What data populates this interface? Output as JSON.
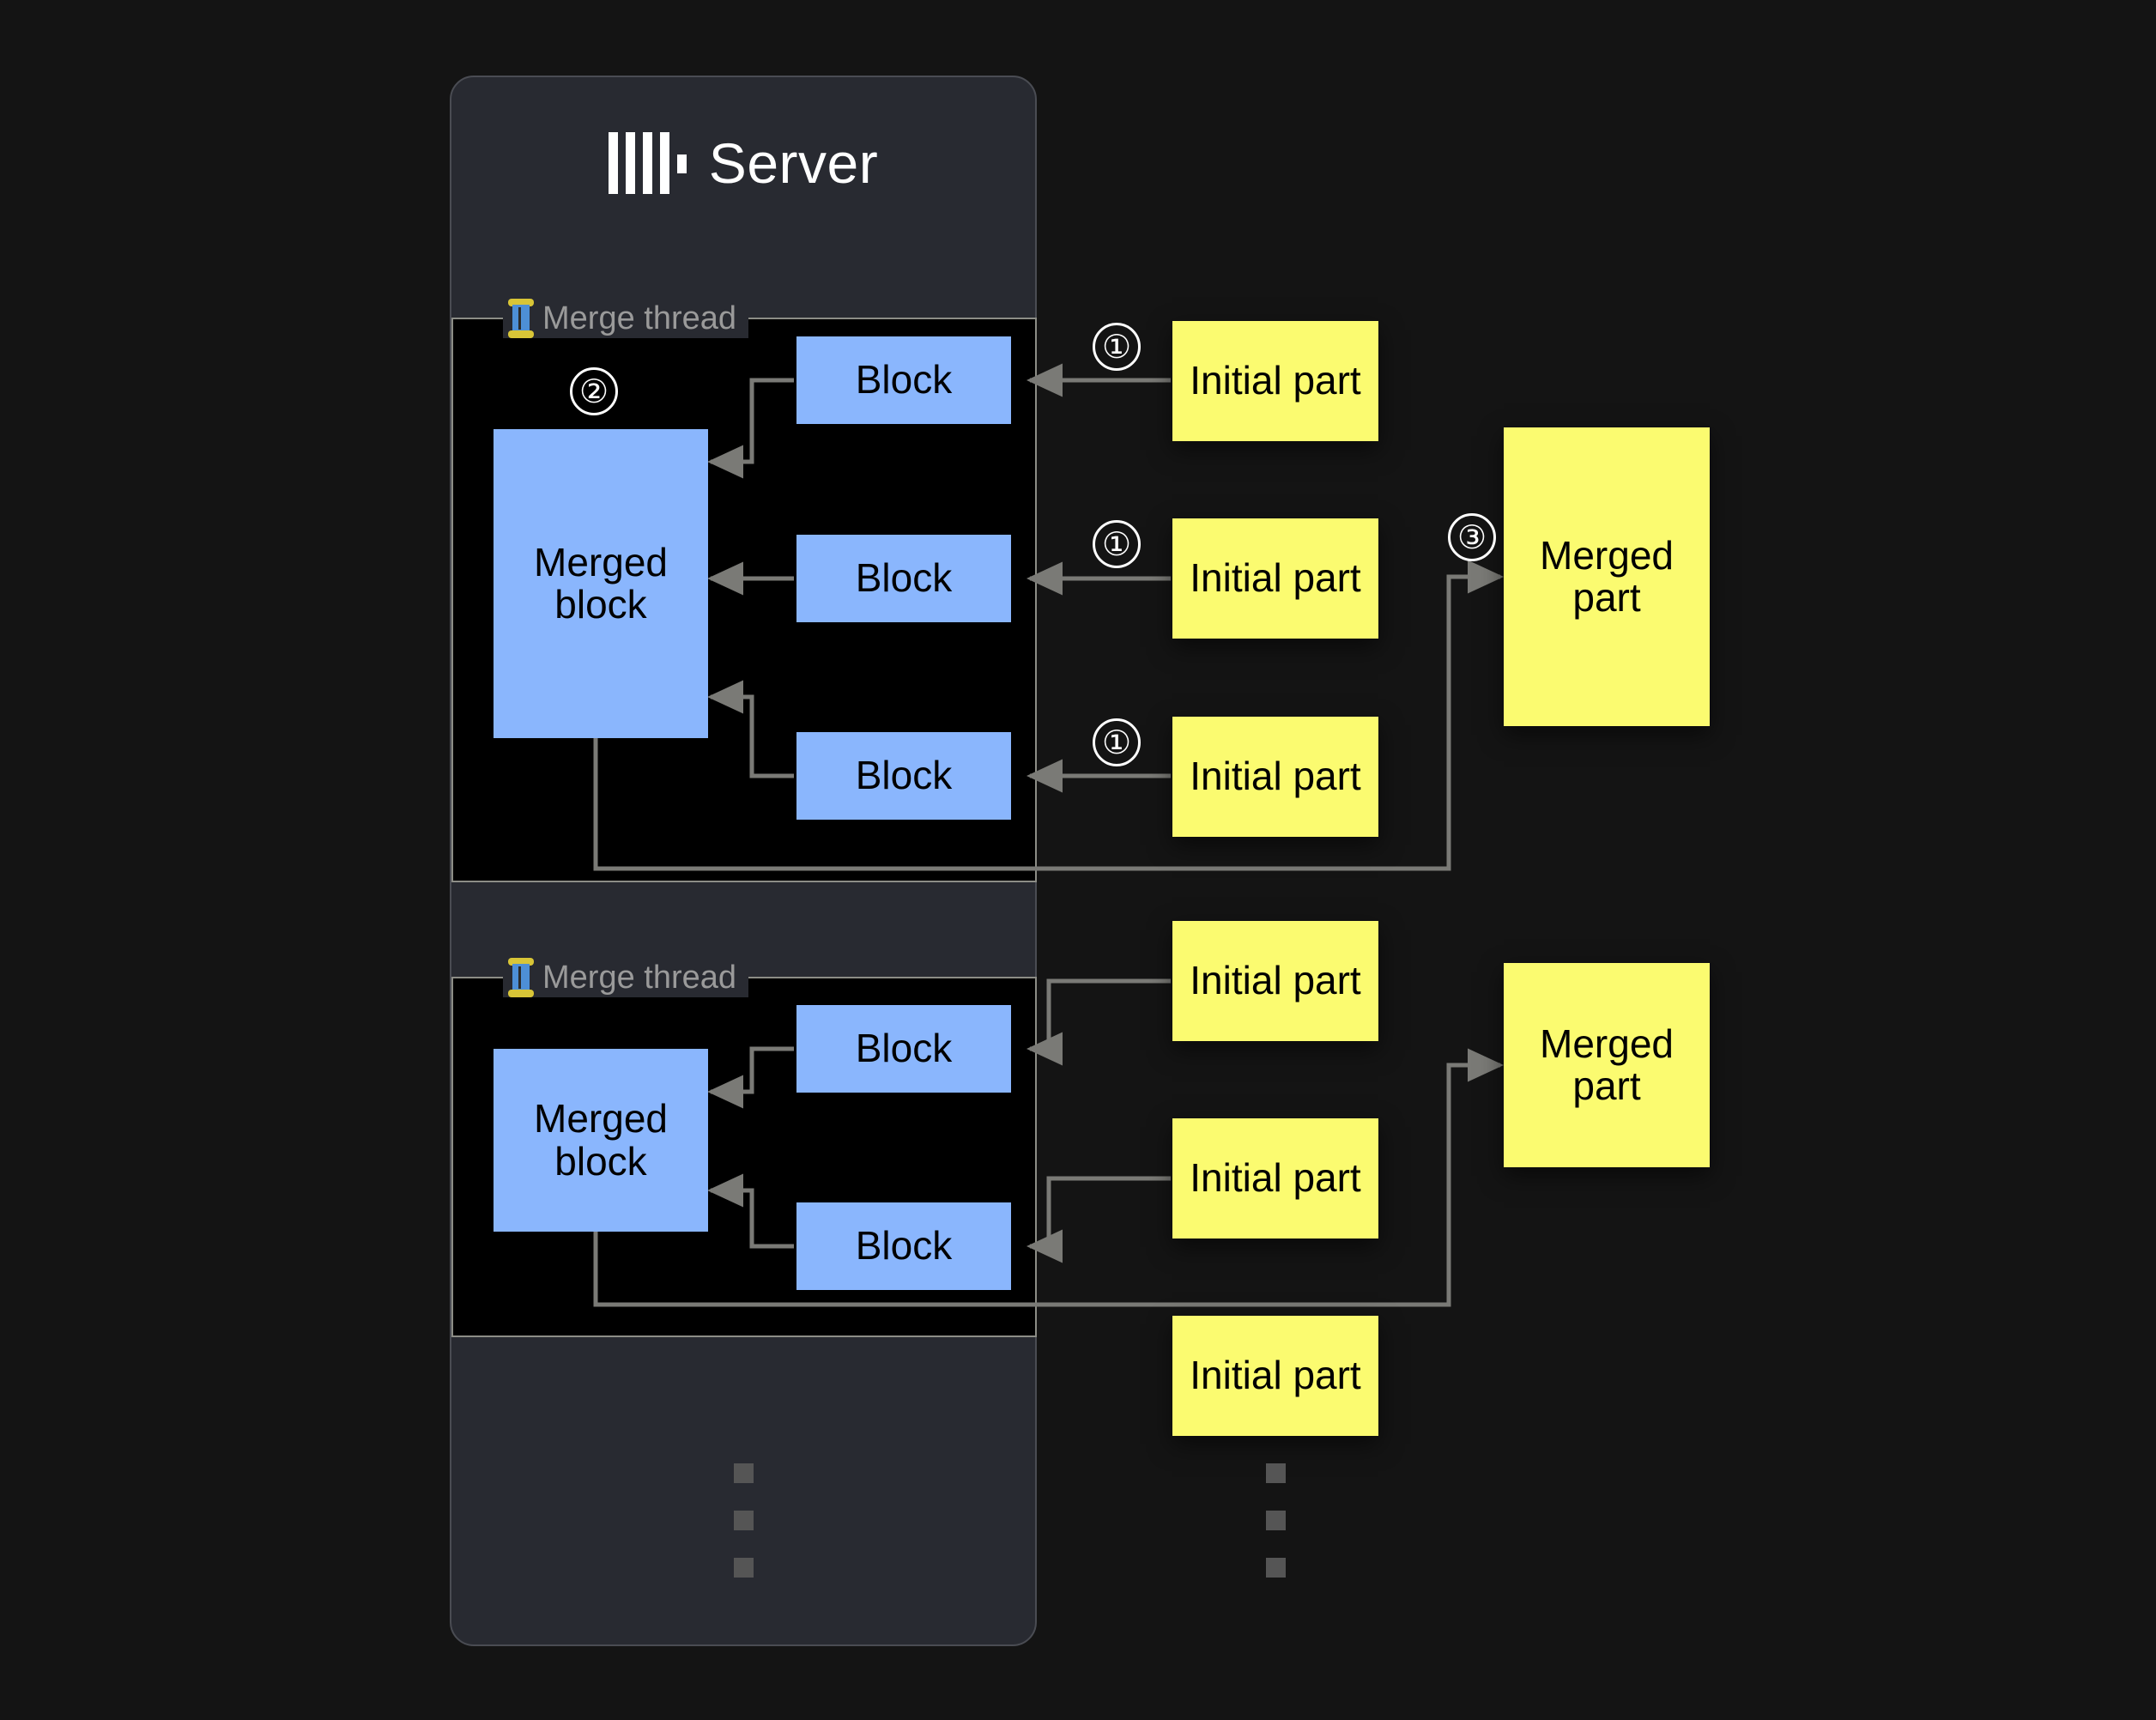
{
  "page": {
    "background": "#141414",
    "title": "ClickHouse Server merge diagram"
  },
  "server": {
    "label": "Server",
    "logo_icon": "clickhouse-logo-icon",
    "panel_color": "#282a31"
  },
  "colors": {
    "block": "#8ab6fd",
    "part": "#fbfb70",
    "thread_border": "#8c8d86",
    "arrow": "#7a7a76",
    "legend_text": "#9a9a9a"
  },
  "merge_threads": [
    {
      "legend": "Merge thread",
      "legend_icon": "thread-spool-icon",
      "merged_block_label": "Merged block",
      "blocks": [
        {
          "label": "Block"
        },
        {
          "label": "Block"
        },
        {
          "label": "Block"
        }
      ]
    },
    {
      "legend": "Merge thread",
      "legend_icon": "thread-spool-icon",
      "merged_block_label": "Merged block",
      "blocks": [
        {
          "label": "Block"
        },
        {
          "label": "Block"
        }
      ]
    }
  ],
  "initial_parts": [
    {
      "label": "Initial part"
    },
    {
      "label": "Initial part"
    },
    {
      "label": "Initial part"
    },
    {
      "label": "Initial part"
    },
    {
      "label": "Initial part"
    },
    {
      "label": "Initial part"
    }
  ],
  "merged_parts": [
    {
      "label": "Merged part"
    },
    {
      "label": "Merged part"
    }
  ],
  "steps": [
    {
      "number": "①"
    },
    {
      "number": "①"
    },
    {
      "number": "①"
    },
    {
      "number": "②"
    },
    {
      "number": "③"
    }
  ],
  "ellipsis": {
    "glyph": "▪",
    "count": 3
  }
}
